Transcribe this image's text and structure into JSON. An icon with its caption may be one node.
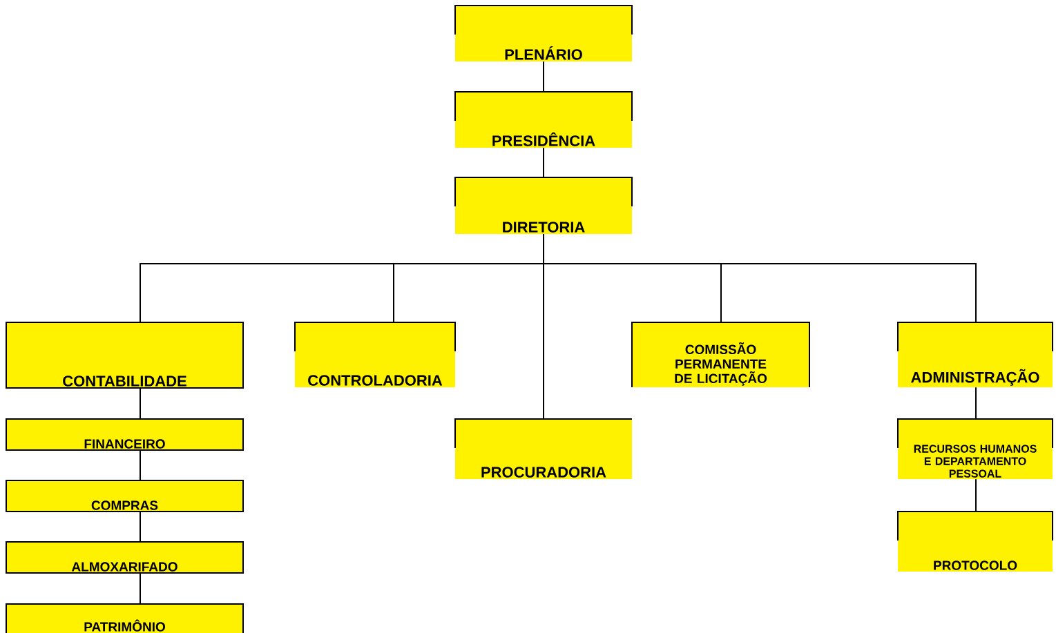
{
  "diagram": {
    "nodes": [
      {
        "text": [
          "PLENÁRIO"
        ]
      },
      {
        "text": [
          "PRESIDÊNCIA"
        ]
      },
      {
        "text": [
          "DIRETORIA"
        ]
      },
      {
        "text": [
          "CONTABILIDADE"
        ]
      },
      {
        "text": [
          "CONTROLADORIA"
        ]
      },
      {
        "text": [
          "COMISSÃO PERMANENTE DE LICITAÇÃO"
        ]
      },
      {
        "text": [
          "ADMINISTRAÇÃO"
        ]
      },
      {
        "text": [
          "PROCURADORIA"
        ]
      },
      {
        "text": [
          "FINANCEIRO"
        ]
      },
      {
        "text": [
          "COMPRAS"
        ]
      },
      {
        "text": [
          "ALMOXARIFADO"
        ]
      },
      {
        "text": [
          "PATRIMÔNIO"
        ]
      },
      {
        "text": [
          "RECURSOS HUMANOS E DEPARTAMENTO PESSOAL"
        ]
      },
      {
        "text": [
          "PROTOCOLO"
        ]
      }
    ],
    "edges": [
      {
        "from": 0,
        "to": 1,
        "arrow": "none"
      },
      {
        "from": 1,
        "to": 2,
        "arrow": "none"
      },
      {
        "from": 2,
        "to": 3,
        "arrow": "none"
      },
      {
        "from": 2,
        "to": 4,
        "arrow": "none"
      },
      {
        "from": 2,
        "to": 7,
        "arrow": "none"
      },
      {
        "from": 2,
        "to": 5,
        "arrow": "none"
      },
      {
        "from": 2,
        "to": 6,
        "arrow": "none"
      },
      {
        "from": 3,
        "to": 8,
        "arrow": "none"
      },
      {
        "from": 8,
        "to": 9,
        "arrow": "none"
      },
      {
        "from": 9,
        "to": 10,
        "arrow": "none"
      },
      {
        "from": 10,
        "to": 11,
        "arrow": "none"
      },
      {
        "from": 6,
        "to": 12,
        "arrow": "none"
      },
      {
        "from": 12,
        "to": 13,
        "arrow": "none"
      }
    ]
  }
}
